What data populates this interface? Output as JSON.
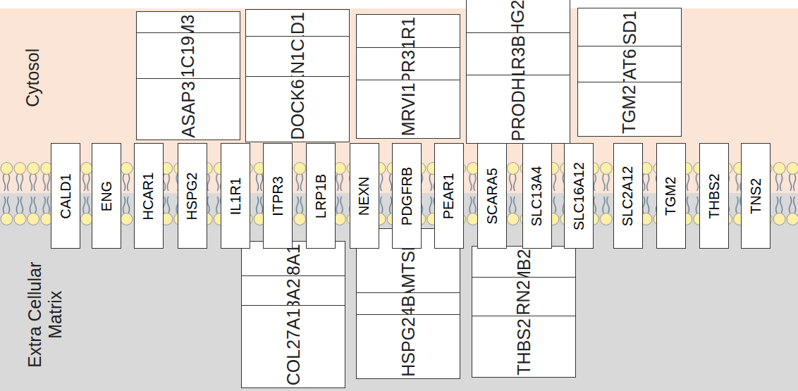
{
  "diagram": {
    "nodes": [
      {
        "text": [
          "Cytosol"
        ]
      },
      {
        "text": [
          "AIFM3"
        ],
        "in": 0
      },
      {
        "text": [
          "CALD1"
        ],
        "in": 0
      },
      {
        "text": [
          "IL1R1"
        ],
        "in": 0
      },
      {
        "text": [
          "PLEKHG2"
        ],
        "in": 0
      },
      {
        "text": [
          "RCSD1"
        ],
        "in": 0
      },
      {
        "text": [
          "AKR1C19"
        ],
        "in": 0
      },
      {
        "text": [
          "CDKN1C"
        ],
        "in": 0
      },
      {
        "text": [
          "ITPR3"
        ],
        "in": 0
      },
      {
        "text": [
          "PPP1R3B"
        ],
        "in": 0
      },
      {
        "text": [
          "STAT6"
        ],
        "in": 0
      },
      {
        "text": [
          "ASAP3"
        ],
        "in": 0
      },
      {
        "text": [
          "DOCK6"
        ],
        "in": 0
      },
      {
        "text": [
          "MRVI1"
        ],
        "in": 0
      },
      {
        "text": [
          "PRODH"
        ],
        "in": 0
      },
      {
        "text": [
          "TGM2"
        ],
        "in": 0
      },
      {
        "text": [
          "CALD1"
        ]
      },
      {
        "text": [
          "ENG"
        ]
      },
      {
        "text": [
          "HCAR1"
        ]
      },
      {
        "text": [
          "HSPG2"
        ]
      },
      {
        "text": [
          "IL1R1"
        ]
      },
      {
        "text": [
          "ITPR3"
        ]
      },
      {
        "text": [
          "LRP1B"
        ]
      },
      {
        "text": [
          "NEXN"
        ]
      },
      {
        "text": [
          "PDGFRB"
        ]
      },
      {
        "text": [
          "PEAR1"
        ]
      },
      {
        "text": [
          "SCARA5"
        ]
      },
      {
        "text": [
          "SLC13A4"
        ]
      },
      {
        "text": [
          "SLC16A12"
        ]
      },
      {
        "text": [
          "SLC2A12"
        ]
      },
      {
        "text": [
          "TGM2"
        ]
      },
      {
        "text": [
          "THBS2"
        ]
      },
      {
        "text": [
          "TNS2"
        ]
      },
      {
        "text": [
          "Extra Cellular Matrix"
        ]
      },
      {
        "text": [
          "COL8A1"
        ],
        "in": 33
      },
      {
        "text": [
          "ADAMTSL4"
        ],
        "in": 33
      },
      {
        "text": [
          "LAMB2"
        ],
        "in": 33
      },
      {
        "text": [
          "COL8A2"
        ],
        "in": 33
      },
      {
        "text": [
          "C4B"
        ],
        "in": 33
      },
      {
        "text": [
          "MMRN2"
        ],
        "in": 33
      },
      {
        "text": [
          "COL27A1"
        ],
        "in": 33
      },
      {
        "text": [
          "HSPG2"
        ],
        "in": 33
      },
      {
        "text": [
          "THBS2"
        ],
        "in": 33
      }
    ]
  }
}
